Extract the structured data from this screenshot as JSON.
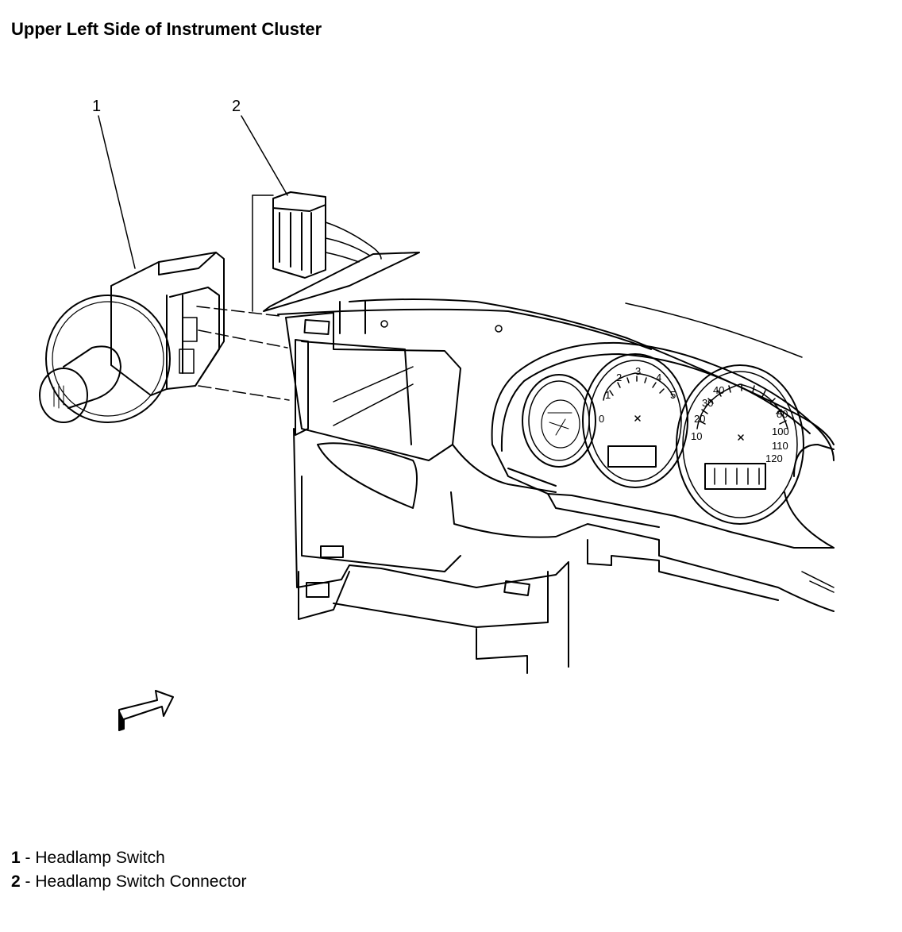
{
  "title": "Upper Left Side of Instrument Cluster",
  "callouts": [
    {
      "number": "1",
      "label": "Headlamp Switch"
    },
    {
      "number": "2",
      "label": "Headlamp Switch Connector"
    }
  ],
  "tach_numbers": [
    "0",
    "1",
    "2",
    "3",
    "4",
    "5"
  ],
  "speedo_numbers": [
    "10",
    "20",
    "30",
    "40",
    "80",
    "100",
    "110",
    "120"
  ],
  "legend_separator": " - "
}
